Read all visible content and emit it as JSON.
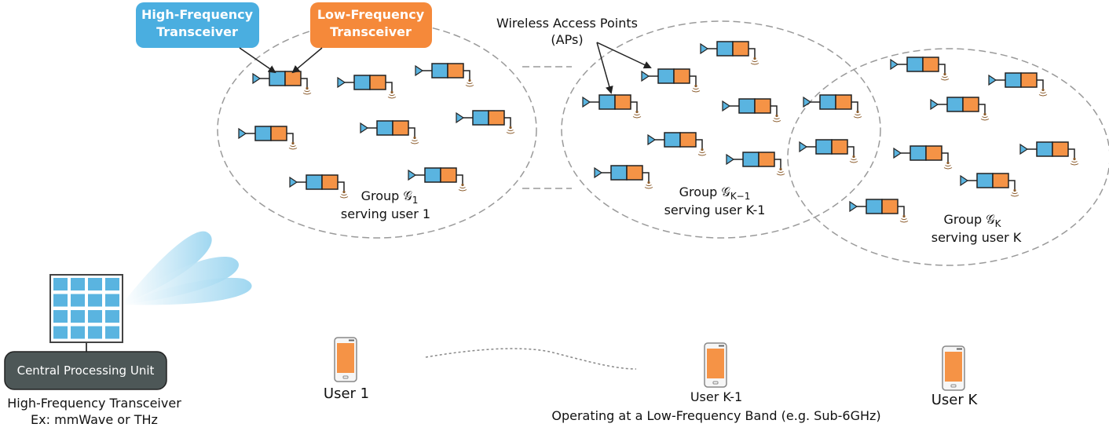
{
  "callouts": {
    "high_frequency": {
      "line1": "High-Frequency",
      "line2": "Transceiver"
    },
    "low_frequency": {
      "line1": "Low-Frequency",
      "line2": "Transceiver"
    }
  },
  "aps_label": {
    "line1": "Wireless Access Points",
    "line2": "(APs)"
  },
  "groups": [
    {
      "title": "Group 𝒢",
      "subscript": "1",
      "caption": "serving user 1"
    },
    {
      "title": "Group 𝒢",
      "subscript": "K−1",
      "caption": "serving user K-1"
    },
    {
      "title": "Group 𝒢",
      "subscript": "K",
      "caption": "serving user K"
    }
  ],
  "cpu": {
    "label": "Central Processing Unit",
    "caption_line1": "High-Frequency Transceiver",
    "caption_line2": "Ex: mmWave or THz"
  },
  "users": [
    {
      "label": "User 1"
    },
    {
      "label": "User K-1"
    },
    {
      "label": "User K"
    }
  ],
  "band_note": "Operating at a Low-Frequency Band (e.g. Sub-6GHz)",
  "colors": {
    "high_frequency": "#5ab4e0",
    "low_frequency": "#f59346",
    "callout_blue": "#4aaee0",
    "callout_orange": "#f5893a",
    "cpu_box": "#4d5757",
    "ellipse_stroke": "#9a9a9a",
    "phone_screen": "#f59346"
  },
  "icons": [
    "ap-icon",
    "antenna-icon",
    "phone-icon",
    "panel-antenna-icon",
    "beam-icon"
  ]
}
